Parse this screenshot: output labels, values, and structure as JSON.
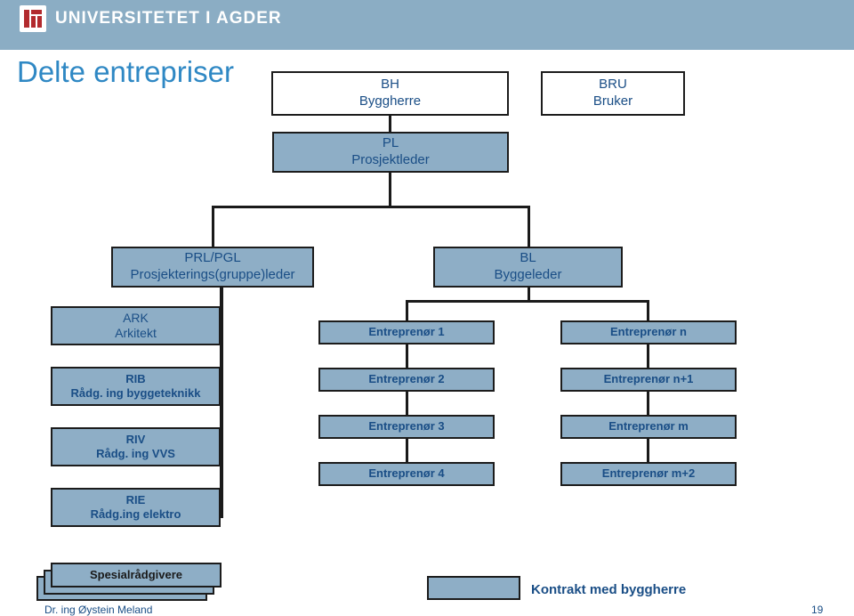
{
  "header": {
    "org_name": "UNIVERSITETET I AGDER",
    "brand_color": "#8badc4",
    "logo_color": "#b22a2e"
  },
  "title": "Delte entrepriser",
  "roles": {
    "bh": {
      "abbr": "BH",
      "name": "Byggherre"
    },
    "bru": {
      "abbr": "BRU",
      "name": "Bruker"
    },
    "pl": {
      "abbr": "PL",
      "name": "Prosjektleder"
    },
    "prl": {
      "abbr": "PRL/PGL",
      "name": "Prosjekterings(gruppe)leder"
    },
    "bl": {
      "abbr": "BL",
      "name": "Byggeleder"
    },
    "ark": {
      "abbr": "ARK",
      "name": "Arkitekt"
    },
    "rib": {
      "abbr": "RIB",
      "name": "Rådg. ing byggeteknikk"
    },
    "riv": {
      "abbr": "RIV",
      "name": "Rådg. ing VVS"
    },
    "rie": {
      "abbr": "RIE",
      "name": "Rådg.ing elektro"
    }
  },
  "contractors": {
    "e1": "Entreprenør 1",
    "e2": "Entreprenør 2",
    "e3": "Entreprenør 3",
    "e4": "Entreprenør 4",
    "en": "Entreprenør n",
    "en1": "Entreprenør n+1",
    "em": "Entreprenør m",
    "em2": "Entreprenør m+2"
  },
  "specialists": {
    "label": "Spesialrådgivere"
  },
  "legend": {
    "contract_label": "Kontrakt med byggherre",
    "contract_color": "#8eaec6"
  },
  "footer": {
    "author": "Dr. ing Øystein Meland",
    "page_number": "19"
  }
}
